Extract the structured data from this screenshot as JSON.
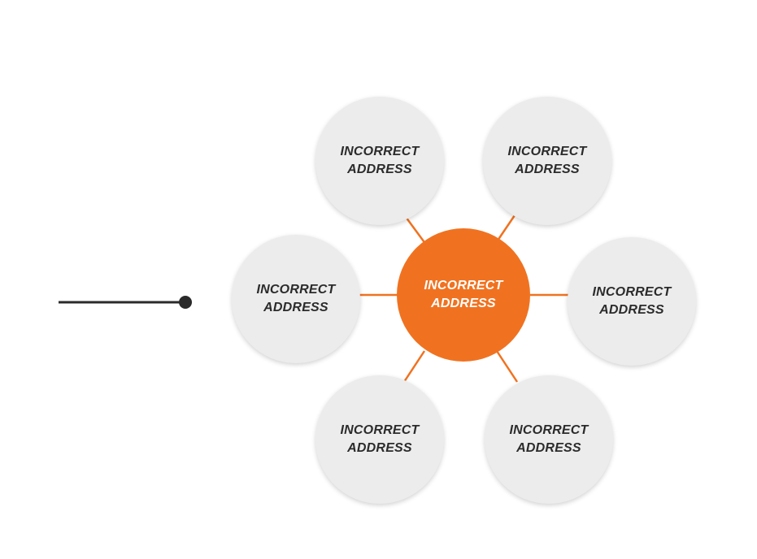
{
  "colors": {
    "accent": "#f07220",
    "node_fill": "#ececec",
    "node_text": "#2b2b2b",
    "center_text": "#ffffff",
    "pointer": "#2a2a2a"
  },
  "center": {
    "line1": "INCORRECT",
    "line2": "ADDRESS"
  },
  "nodes": [
    {
      "id": "top-left",
      "line1": "INCORRECT",
      "line2": "ADDRESS"
    },
    {
      "id": "top-right",
      "line1": "INCORRECT",
      "line2": "ADDRESS"
    },
    {
      "id": "left",
      "line1": "INCORRECT",
      "line2": "ADDRESS"
    },
    {
      "id": "right",
      "line1": "INCORRECT",
      "line2": "ADDRESS"
    },
    {
      "id": "bottom-left",
      "line1": "INCORRECT",
      "line2": "ADDRESS"
    },
    {
      "id": "bottom-right",
      "line1": "INCORRECT",
      "line2": "ADDRESS"
    }
  ]
}
